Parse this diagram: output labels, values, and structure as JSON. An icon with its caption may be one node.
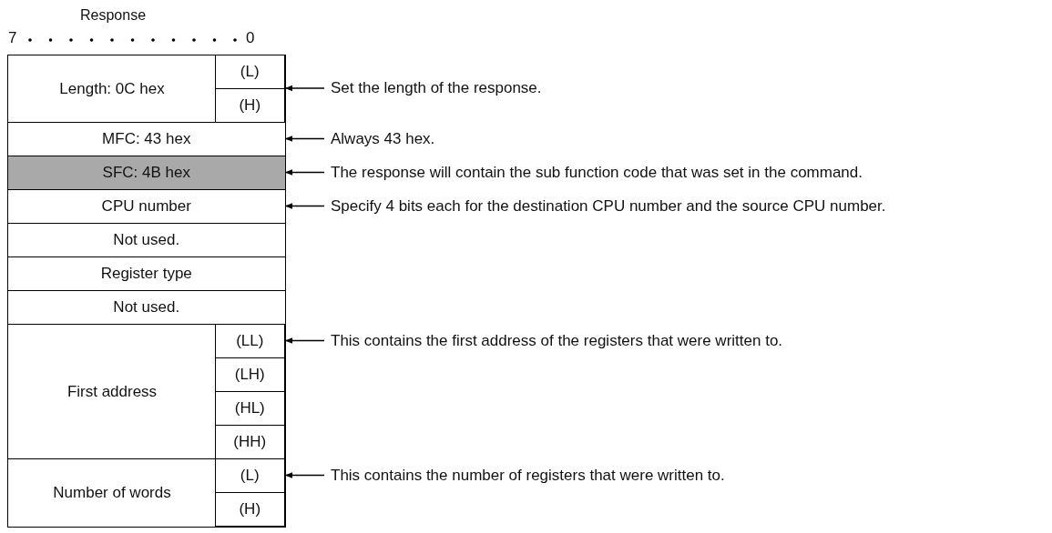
{
  "diagram": {
    "title": "Response",
    "nodes": [
      {
        "text": [
          "Length: 0C hex"
        ]
      },
      {
        "text": [
          "(L)"
        ],
        "in": 0
      },
      {
        "text": [
          "(H)"
        ],
        "in": 0
      },
      {
        "text": [
          "MFC: 43 hex"
        ]
      },
      {
        "text": [
          "SFC: 4B hex"
        ]
      },
      {
        "text": [
          "CPU number"
        ]
      },
      {
        "text": [
          "Not used."
        ]
      },
      {
        "text": [
          "Register type"
        ]
      },
      {
        "text": [
          "Not used."
        ]
      },
      {
        "text": [
          "First address"
        ]
      },
      {
        "text": [
          "(LL)"
        ],
        "in": 9
      },
      {
        "text": [
          "(LH)"
        ],
        "in": 9
      },
      {
        "text": [
          "(HL)"
        ],
        "in": 9
      },
      {
        "text": [
          "(HH)"
        ],
        "in": 9
      },
      {
        "text": [
          "Number of words"
        ]
      },
      {
        "text": [
          "(L)"
        ],
        "in": 14
      },
      {
        "text": [
          "(H)"
        ],
        "in": 14
      },
      {
        "text": [
          "Set the length of the response."
        ]
      },
      {
        "text": [
          "Always 43 hex."
        ]
      },
      {
        "text": [
          "The response will contain the sub function code that was set in the command."
        ]
      },
      {
        "text": [
          "Specify 4 bits each for the destination CPU number and the source CPU number."
        ]
      },
      {
        "text": [
          "This contains the first address of the registers that were written to."
        ]
      },
      {
        "text": [
          "This contains the number of registers that were written to."
        ]
      }
    ],
    "edges": [
      {
        "from": 17,
        "to": 0,
        "arrow": "to"
      },
      {
        "from": 18,
        "to": 3,
        "arrow": "to"
      },
      {
        "from": 19,
        "to": 4,
        "arrow": "to"
      },
      {
        "from": 20,
        "to": 5,
        "arrow": "to"
      },
      {
        "from": 21,
        "to": 10,
        "arrow": "to"
      },
      {
        "from": 22,
        "to": 15,
        "arrow": "to"
      }
    ],
    "labels": [
      "7",
      "0"
    ]
  }
}
